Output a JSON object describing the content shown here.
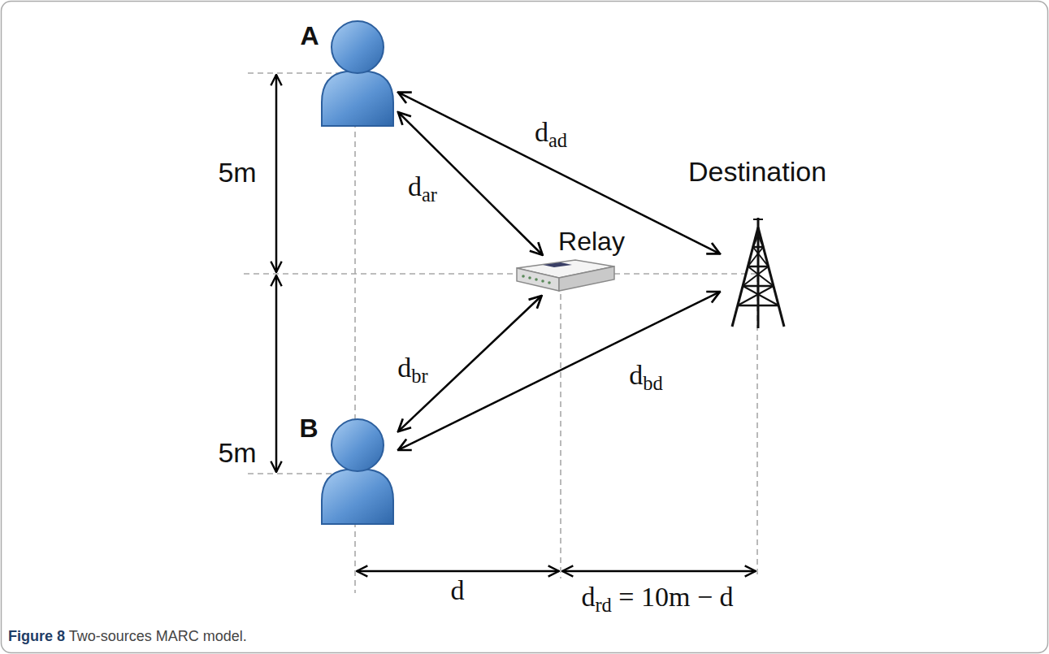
{
  "diagram": {
    "caption": "Figure 8 Two-sources MARC model.",
    "nodes": [
      {
        "text": [
          "A"
        ]
      },
      {
        "text": [
          "Destination"
        ]
      },
      {
        "text": [
          "Relay"
        ]
      },
      {
        "text": [
          "B"
        ]
      }
    ],
    "edges": [
      {
        "from": 0,
        "to": 2,
        "arrow": "both",
        "label": "dar"
      },
      {
        "from": 0,
        "to": 1,
        "arrow": "both",
        "label": "dad"
      },
      {
        "from": 3,
        "to": 2,
        "arrow": "both",
        "label": "dbr"
      },
      {
        "from": 3,
        "to": 1,
        "arrow": "both",
        "label": "dbd"
      }
    ],
    "labels": [
      "5m",
      "5m",
      "d",
      "drd = 10m − d"
    ]
  }
}
